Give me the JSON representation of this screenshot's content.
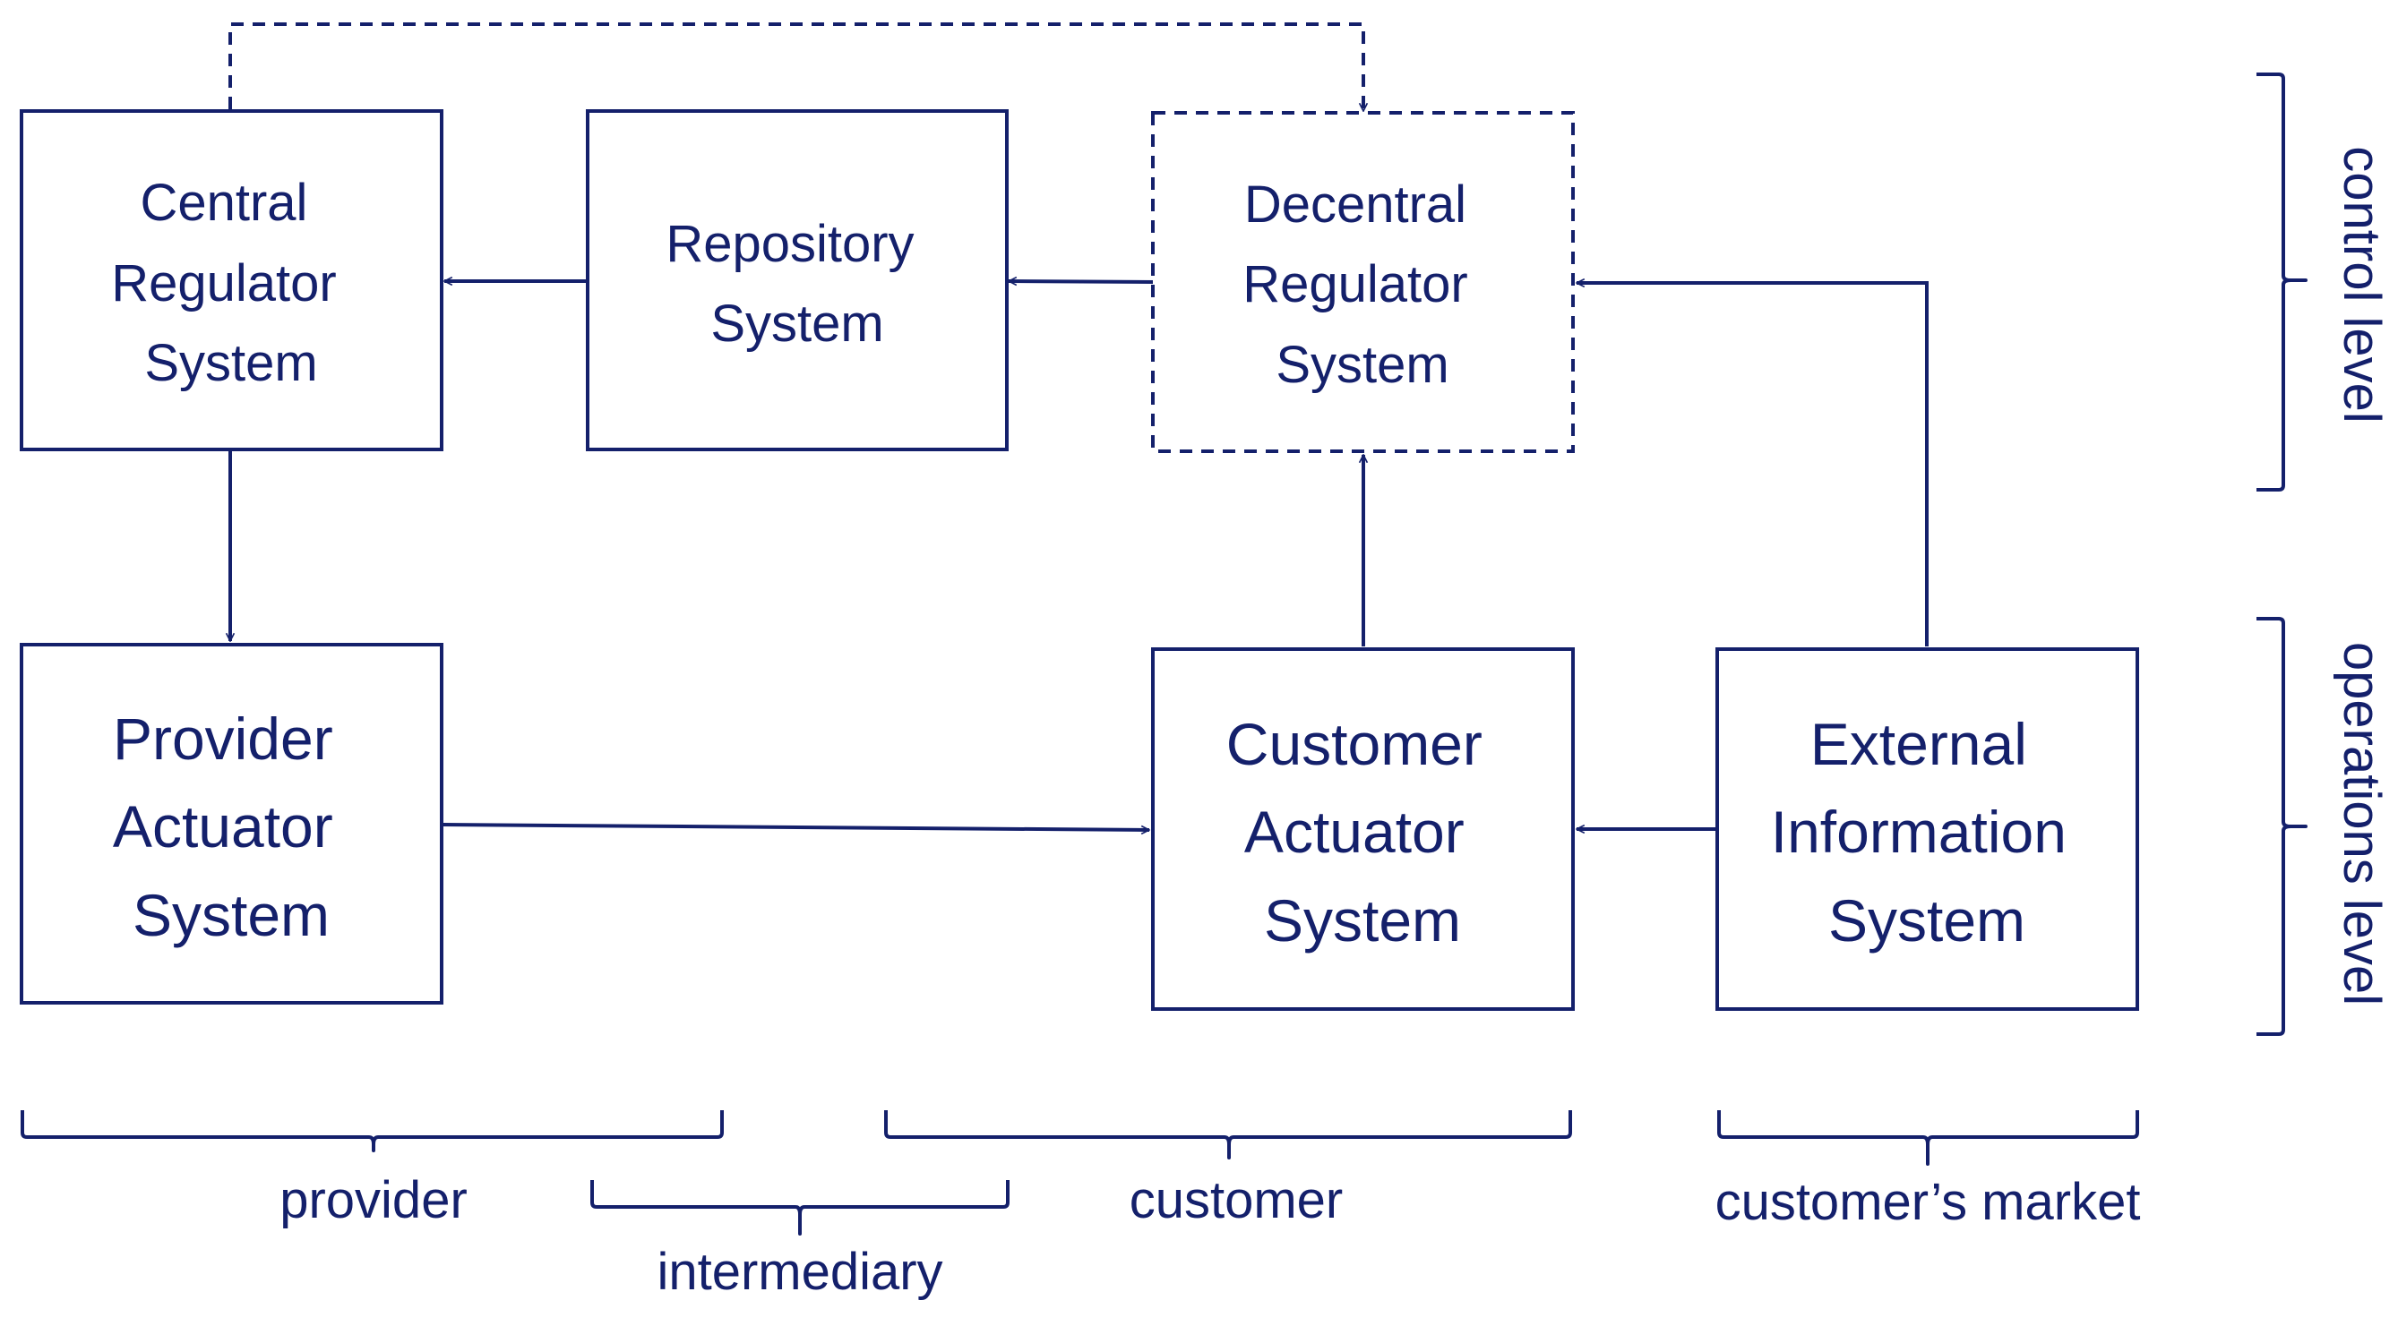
{
  "colors": {
    "ink": "#14206b",
    "background": "#ffffff"
  },
  "boxes": {
    "central_regulator": {
      "lines": [
        "Central",
        "Regulator",
        "System"
      ],
      "style": "solid"
    },
    "repository": {
      "lines": [
        "Repository",
        "System"
      ],
      "style": "solid"
    },
    "decentral_regulator": {
      "lines": [
        "Decentral",
        "Regulator",
        "System"
      ],
      "style": "dashed"
    },
    "provider_actuator": {
      "lines": [
        "Provider",
        "Actuator",
        "System"
      ],
      "style": "solid"
    },
    "customer_actuator": {
      "lines": [
        "Customer",
        "Actuator",
        "System"
      ],
      "style": "solid"
    },
    "external_information": {
      "lines": [
        "External",
        "Information",
        "System"
      ],
      "style": "solid"
    }
  },
  "connections": [
    {
      "from": "repository",
      "to": "central_regulator",
      "style": "solid"
    },
    {
      "from": "decentral_regulator",
      "to": "repository",
      "style": "solid"
    },
    {
      "from": "central_regulator",
      "to": "decentral_regulator",
      "style": "dashed"
    },
    {
      "from": "central_regulator",
      "to": "provider_actuator",
      "style": "solid"
    },
    {
      "from": "provider_actuator",
      "to": "customer_actuator",
      "style": "solid"
    },
    {
      "from": "customer_actuator",
      "to": "decentral_regulator",
      "style": "solid"
    },
    {
      "from": "external_information",
      "to": "customer_actuator",
      "style": "solid"
    },
    {
      "from": "external_information",
      "to": "decentral_regulator",
      "style": "solid"
    }
  ],
  "bottom_groups": {
    "provider": "provider",
    "intermediary": "intermediary",
    "customer": "customer",
    "customers_market": "customer’s market"
  },
  "side_levels": {
    "control": "control level",
    "operations": "operations level"
  }
}
